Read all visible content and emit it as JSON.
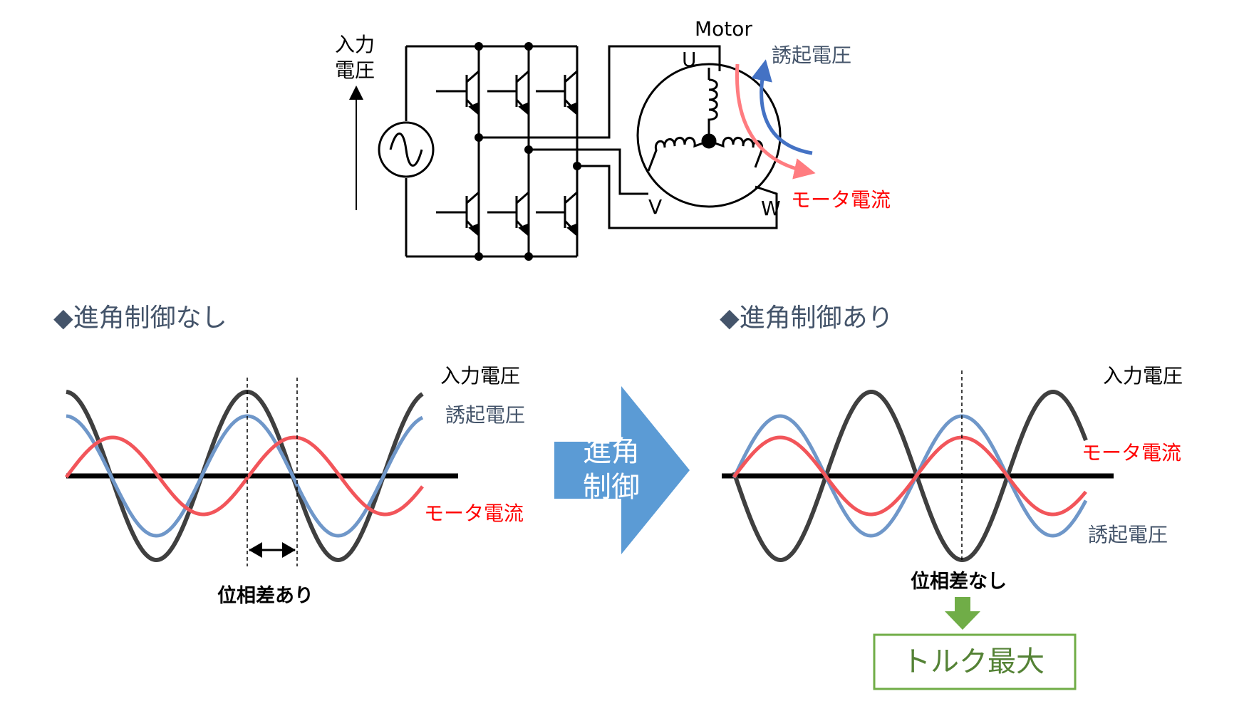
{
  "colors": {
    "input_voltage": "#3f3f3f",
    "induced_voltage": "#6f97c9",
    "motor_current": "#f2555a",
    "axis": "#000000",
    "arrow_fill": "#5b9bd5",
    "label_blue": "#44546a",
    "label_red": "#ff0000",
    "torque_border": "#70ad47",
    "torque_text": "#548235",
    "green_arrow": "#70ad47",
    "curve_blue_circuit": "#4472c4",
    "curve_red_circuit": "#ff7c80"
  },
  "circuit": {
    "input_voltage_line1": "入力",
    "input_voltage_line2": "電圧",
    "motor_label": "Motor",
    "phase_u": "U",
    "phase_v": "V",
    "phase_w": "W",
    "induced_voltage_label": "誘起電圧",
    "motor_current_label": "モータ電流"
  },
  "left_panel": {
    "title": "◆進角制御なし",
    "input_voltage_label": "入力電圧",
    "induced_voltage_label": "誘起電圧",
    "motor_current_label": "モータ電流",
    "phase_note": "位相差あり"
  },
  "center_arrow": {
    "line1": "進角",
    "line2": "制御"
  },
  "right_panel": {
    "title": "◆進角制御あり",
    "input_voltage_label": "入力電圧",
    "motor_current_label": "モータ電流",
    "induced_voltage_label": "誘起電圧",
    "phase_note": "位相差なし",
    "result_label": "トルク最大"
  }
}
